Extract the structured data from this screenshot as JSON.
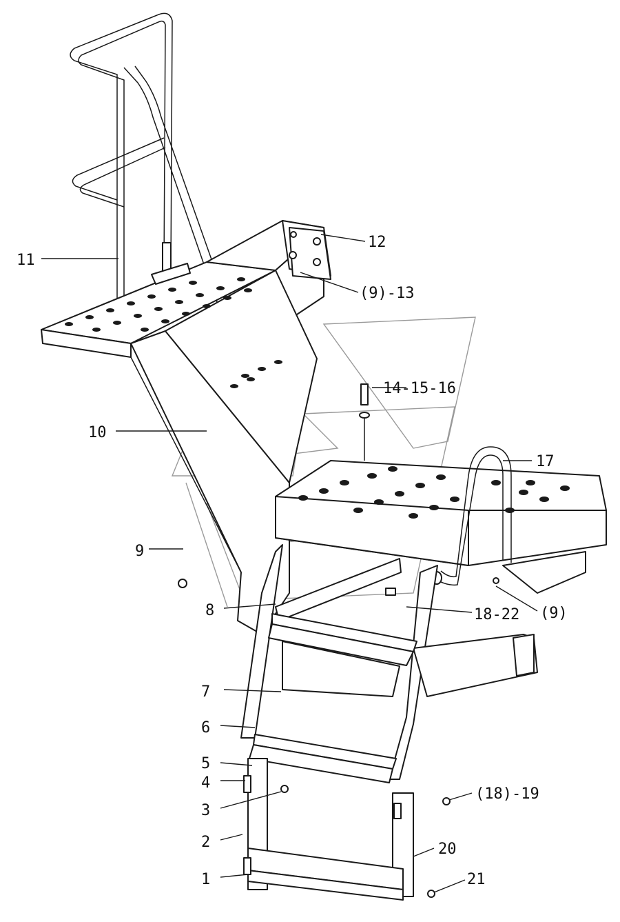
{
  "diagram": {
    "callouts": [
      {
        "id": "c1",
        "text": "1"
      },
      {
        "id": "c2",
        "text": "2"
      },
      {
        "id": "c3",
        "text": "3"
      },
      {
        "id": "c4",
        "text": "4"
      },
      {
        "id": "c5",
        "text": "5"
      },
      {
        "id": "c6",
        "text": "6"
      },
      {
        "id": "c7",
        "text": "7"
      },
      {
        "id": "c8",
        "text": "8"
      },
      {
        "id": "c9a",
        "text": "9"
      },
      {
        "id": "c9b",
        "text": "(9)"
      },
      {
        "id": "c10",
        "text": "10"
      },
      {
        "id": "c11",
        "text": "11"
      },
      {
        "id": "c12",
        "text": "12"
      },
      {
        "id": "c913",
        "text": "(9)-13"
      },
      {
        "id": "c14",
        "text": "14-15-16"
      },
      {
        "id": "c17",
        "text": "17"
      },
      {
        "id": "c18",
        "text": "18-22"
      },
      {
        "id": "c1819",
        "text": "(18)-19"
      },
      {
        "id": "c20",
        "text": "20"
      },
      {
        "id": "c21",
        "text": "21"
      }
    ]
  },
  "colors": {
    "line": "#1a1a1a",
    "watermark": "#9a9a9a",
    "background": "#ffffff"
  }
}
